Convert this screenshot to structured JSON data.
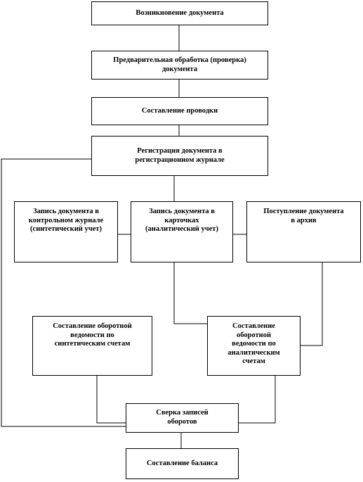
{
  "nodes": {
    "origin": "Возникновение документа",
    "preprocessing": "Предварительная обработка (проверка)\nдокумента",
    "posting": "Составление проводки",
    "registration": "Регистрация документа в\nрегистрационном журнале",
    "control_journal": "Запись документа в\nконтрольном журнале\n(синтетический учет)",
    "cards": "Запись документа в\nкарточках\n(аналитический учет)",
    "archive": "Поступление документа\nв архив",
    "synthetic_turnover": "Составление оборотной\nведомости по\nсинтетическим счетам",
    "analytic_turnover": "Составление\nоборотной\nведомости по\nаналитическим\nсчетам",
    "reconciliation": "Сверка записей\nоборотов",
    "balance": "Составление баланса"
  }
}
